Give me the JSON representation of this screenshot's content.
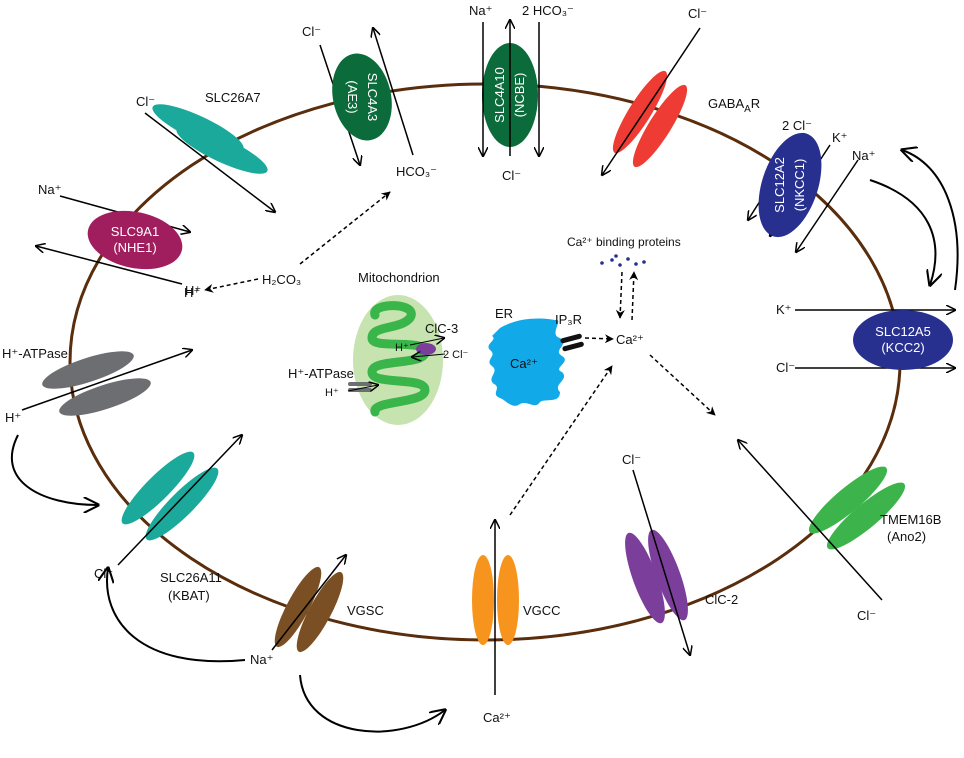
{
  "title": "Ion transport and Ca2+ signaling in a cell",
  "colors": {
    "membrane": "#5a2d0c",
    "teal": "#1aa99a",
    "magenta": "#a01e5e",
    "dark_green": "#0b6b3a",
    "red": "#ee3b33",
    "navy": "#27308f",
    "green": "#3cb44b",
    "purple": "#7b3f9b",
    "orange": "#f7941d",
    "brown": "#7a4f24",
    "gray": "#6d6e71",
    "er_blue": "#12a9e9",
    "mito_outer": "#c7e3b0",
    "mito_inner": "#39b54a"
  },
  "transporters": {
    "slc26a7": {
      "name": "SLC26A7",
      "ion": "Cl⁻"
    },
    "slc9a1": {
      "name": "SLC9A1",
      "alias": "(NHE1)",
      "ion_in": "Na⁺",
      "ion_out": "H⁺"
    },
    "slc4a3": {
      "name": "SLC4A3",
      "alias": "(AE3)",
      "ion_in": "Cl⁻",
      "ion_out": "HCO₃⁻"
    },
    "slc4a10": {
      "name": "SLC4A10",
      "alias": "(NCBE)",
      "ion_na": "Na⁺",
      "ion_hco3": "2 HCO₃⁻",
      "ion_cl": "Cl⁻"
    },
    "gabaar": {
      "name": "GABA",
      "sub": "A",
      "suffix": "R",
      "ion": "Cl⁻"
    },
    "slc12a2": {
      "name": "SLC12A2",
      "alias": "(NKCC1)",
      "ion_cl": "2 Cl⁻",
      "ion_k": "K⁺",
      "ion_na": "Na⁺"
    },
    "slc12a5": {
      "name": "SLC12A5",
      "alias": "(KCC2)",
      "ion_k": "K⁺",
      "ion_cl": "Cl⁻"
    },
    "tmem16b": {
      "name": "TMEM16B",
      "alias": "(Ano2)",
      "ion": "Cl⁻"
    },
    "clc2": {
      "name": "ClC-2",
      "ion": "Cl⁻"
    },
    "vgcc": {
      "name": "VGCC",
      "ion": "Ca²⁺"
    },
    "vgsc": {
      "name": "VGSC",
      "ion": "Na⁺"
    },
    "slc26a11": {
      "name": "SLC26A11",
      "alias": "(KBAT)",
      "ion": "Cl⁻"
    },
    "h_atpase": {
      "name": "H⁺-ATPase",
      "ion": "H⁺"
    }
  },
  "cytosol": {
    "h2co3": "H₂CO₃",
    "h_plus": "H⁺",
    "hco3": "HCO₃⁻",
    "ca": "Ca²⁺",
    "ca_binding": "Ca²⁺ binding proteins"
  },
  "mitochondrion": {
    "label": "Mitochondrion",
    "clc3": "ClC-3",
    "clc3_h": "H⁺",
    "clc3_cl": "2 Cl⁻",
    "atpase": "H⁺-ATPase",
    "atpase_h": "H⁺"
  },
  "er": {
    "label": "ER",
    "ca": "Ca²⁺",
    "ip3r": "IP₃R"
  }
}
